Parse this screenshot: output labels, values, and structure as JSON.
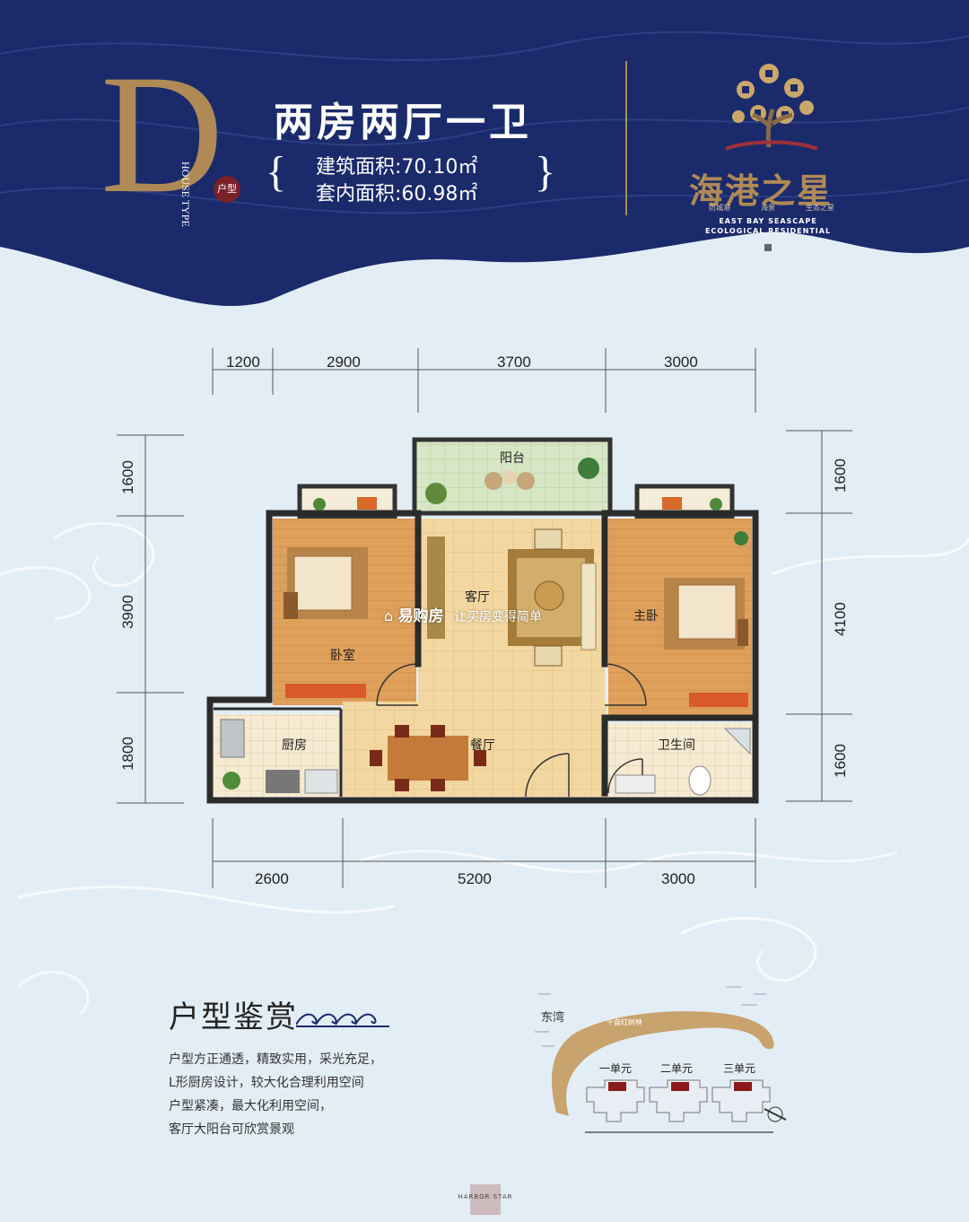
{
  "header": {
    "type_letter": "D",
    "house_type_en": "HOUSE TYPE",
    "house_type_cn": "户型",
    "title": "两房两厅一卫",
    "building_area": "建筑面积:70.10㎡",
    "inner_area": "套内面积:60.98㎡",
    "brace_left": "{",
    "brace_right": "}"
  },
  "logo": {
    "name": "海港之星",
    "taglines": [
      "防城港",
      "海景",
      "生态之星"
    ],
    "en_line1": "EAST BAY SEASCAPE",
    "en_line2": "ECOLOGICAL RESIDENTIAL",
    "icon": "coin-tree-icon"
  },
  "dimensions": {
    "top": [
      "1200",
      "2900",
      "3700",
      "3000"
    ],
    "bottom": [
      "2600",
      "5200",
      "3000"
    ],
    "left": [
      "1600",
      "3900",
      "1800"
    ],
    "right": [
      "1600",
      "4100",
      "1600"
    ]
  },
  "rooms": {
    "balcony": "阳台",
    "living": "客厅",
    "bedroom": "卧室",
    "master": "主卧",
    "kitchen": "厨房",
    "dining": "餐厅",
    "bathroom": "卫生间"
  },
  "watermark": {
    "brand": "易购房",
    "slogan": "让买房变得简单"
  },
  "appreciation": {
    "title": "户型鉴赏",
    "lines": [
      "户型方正通透，精致实用，采光充足，",
      "L形厨房设计，较大化合理利用空间",
      "户型紧凑，最大化利用空间，",
      "客厅大阳台可欣赏景观"
    ]
  },
  "site_map": {
    "bay": "东湾",
    "road": "千亩红树林",
    "units": [
      "一单元",
      "二单元",
      "三单元"
    ]
  },
  "footer": {
    "seal_text": "HARBOR STAR"
  },
  "colors": {
    "navy": "#1b2a6b",
    "gold": "#b08a55",
    "light_bg": "#e3edf5",
    "wood": "#e0a45e",
    "tile": "#f2d59a"
  }
}
